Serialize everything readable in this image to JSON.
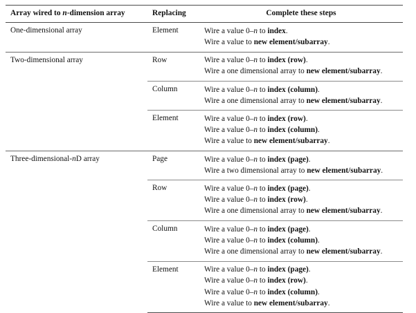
{
  "table": {
    "headers": {
      "col1": "Array wired to n-dimension array",
      "col1_prefix": "Array wired to ",
      "col1_italic": "n",
      "col1_suffix": "-dimension array",
      "col2": "Replacing",
      "col3": "Complete these steps"
    },
    "groups": [
      {
        "category": "One-dimensional array",
        "category_prefix": "One-dimensional array",
        "category_italic": "",
        "category_suffix": "",
        "rows": [
          {
            "replacing": "Element",
            "steps": [
              {
                "a": "Wire a value 0–",
                "n": "n",
                "b": " to ",
                "bold": "index",
                "c": "."
              },
              {
                "a": "Wire a value to ",
                "n": "",
                "b": "",
                "bold": "new element/subarray",
                "c": "."
              }
            ]
          }
        ]
      },
      {
        "category": "Two-dimensional array",
        "category_prefix": "Two-dimensional array",
        "category_italic": "",
        "category_suffix": "",
        "rows": [
          {
            "replacing": "Row",
            "steps": [
              {
                "a": "Wire a value 0–",
                "n": "n",
                "b": " to ",
                "bold": "index (row)",
                "c": "."
              },
              {
                "a": "Wire a one dimensional array to ",
                "n": "",
                "b": "",
                "bold": "new element/subarray",
                "c": "."
              }
            ]
          },
          {
            "replacing": "Column",
            "steps": [
              {
                "a": "Wire a value 0–",
                "n": "n",
                "b": " to ",
                "bold": "index (column)",
                "c": "."
              },
              {
                "a": "Wire a one dimensional array to ",
                "n": "",
                "b": "",
                "bold": "new element/subarray",
                "c": "."
              }
            ]
          },
          {
            "replacing": "Element",
            "steps": [
              {
                "a": "Wire a value 0–",
                "n": "n",
                "b": " to ",
                "bold": "index (row)",
                "c": "."
              },
              {
                "a": "Wire a value 0–",
                "n": "n",
                "b": " to ",
                "bold": "index (column)",
                "c": "."
              },
              {
                "a": "Wire a value to ",
                "n": "",
                "b": "",
                "bold": "new element/subarray",
                "c": "."
              }
            ]
          }
        ]
      },
      {
        "category": "Three-dimensional-nD array",
        "category_prefix": "Three-dimensional-",
        "category_italic": "n",
        "category_suffix": "D array",
        "rows": [
          {
            "replacing": "Page",
            "steps": [
              {
                "a": "Wire a value 0–",
                "n": "n",
                "b": " to ",
                "bold": "index (page)",
                "c": "."
              },
              {
                "a": "Wire a two dimensional array to ",
                "n": "",
                "b": "",
                "bold": "new element/subarray",
                "c": "."
              }
            ]
          },
          {
            "replacing": "Row",
            "steps": [
              {
                "a": "Wire a value 0–",
                "n": "n",
                "b": " to ",
                "bold": "index (page)",
                "c": "."
              },
              {
                "a": "Wire a value 0–",
                "n": "n",
                "b": " to ",
                "bold": "index (row)",
                "c": "."
              },
              {
                "a": "Wire a one dimensional array to ",
                "n": "",
                "b": "",
                "bold": "new element/subarray",
                "c": "."
              }
            ]
          },
          {
            "replacing": "Column",
            "steps": [
              {
                "a": "Wire a value 0–",
                "n": "n",
                "b": " to ",
                "bold": "index (page)",
                "c": "."
              },
              {
                "a": "Wire a value 0–",
                "n": "n",
                "b": " to ",
                "bold": "index (column)",
                "c": "."
              },
              {
                "a": "Wire a one dimensional array to ",
                "n": "",
                "b": "",
                "bold": "new element/subarray",
                "c": "."
              }
            ]
          },
          {
            "replacing": "Element",
            "steps": [
              {
                "a": "Wire a value 0–",
                "n": "n",
                "b": " to ",
                "bold": "index (page)",
                "c": "."
              },
              {
                "a": "Wire a value 0–",
                "n": "n",
                "b": " to ",
                "bold": "index (row)",
                "c": "."
              },
              {
                "a": "Wire a value 0–",
                "n": "n",
                "b": " to ",
                "bold": "index (column)",
                "c": "."
              },
              {
                "a": "Wire a value to ",
                "n": "",
                "b": "",
                "bold": "new element/subarray",
                "c": "."
              }
            ]
          }
        ]
      }
    ]
  }
}
